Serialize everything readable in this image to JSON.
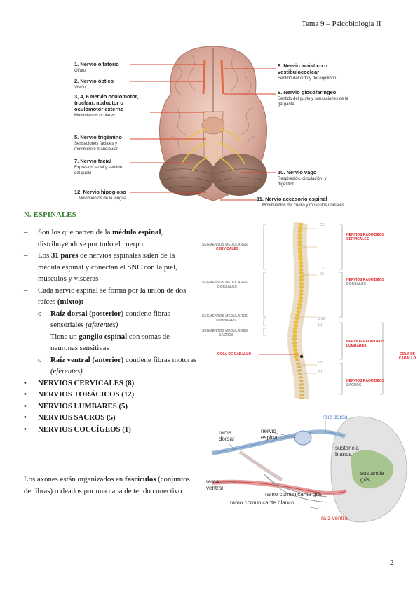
{
  "header": "Tema 9 – Psicobiología II",
  "page_number": "2",
  "brain_figure": {
    "left_labels": [
      {
        "title": "1. Nervio olfatorio",
        "desc": "Olfato"
      },
      {
        "title": "2. Nervio óptico",
        "desc": "Visión"
      },
      {
        "title": "3, 4, 6  Nervio oculomotor, troclear, abductor o oculomotor externo",
        "desc": "Movimientos oculares"
      },
      {
        "title": "5. Nervio trigémino",
        "desc": "Sensaciones faciales y movimiento mandibular"
      },
      {
        "title": "7. Nervio facial",
        "desc": "Expresión facial y sentido del gusto"
      },
      {
        "title": "12. Nervio hipogloso",
        "desc": "Movimientos de la lengua"
      }
    ],
    "right_labels": [
      {
        "title": "8. Nervio acústico o vestibulococlear",
        "desc": "Sentido del oído y del equilibrio"
      },
      {
        "title": "9. Nervio glosofaríngeo",
        "desc": "Sentido del gusto y sensaciones de la garganta"
      },
      {
        "title": "10. Nervio vago",
        "desc": "Respiración, circulación, y digestión"
      },
      {
        "title": "11. Nervio accesorio espinal",
        "desc": "Movimientos del cuello y músculos dorsales"
      }
    ]
  },
  "section": {
    "title": "N. ESPINALES",
    "items": [
      {
        "pre": "Son los que parten de la ",
        "bold": "médula espinal",
        "post": ", distribuyéndose por todo el cuerpo."
      },
      {
        "pre": "Los ",
        "bold": "31 pares",
        "post": " de nervios espinales salen de la médula espinal y conectan el SNC con la piel, músculos y vísceras"
      },
      {
        "pre": "Cada nervio espinal se forma por la unión de dos raíces ",
        "bold": "(mixto):",
        "post": ""
      }
    ],
    "subitems": [
      {
        "bold": "Raíz dorsal (posterior)",
        "post": " contiene fibras sensoriales ",
        "italic": "(aferentes)"
      },
      {
        "bold": "Raíz ventral (anterior)",
        "post": " contiene fibras motoras ",
        "italic": "(eferentes)"
      }
    ],
    "ganglion_line": {
      "pre": "Tiene un ",
      "bold": "ganglio espinal",
      "post": " con somas de neuronas sensitivas"
    },
    "bullets": [
      "NERVIOS CERVICALES (8)",
      "NERVIOS TORÁCICOS (12)",
      "NERVIOS LUMBARES (5)",
      "NERVIOS SACROS (5)",
      "NERVIOS COCCÍGEOS (1)"
    ],
    "paragraph": {
      "pre": "Los axones están organizados en ",
      "bold": "fascículos",
      "post": " (conjuntos de fibras) rodeados por una capa de tejido conectivo."
    }
  },
  "spine_figure": {
    "left_labels": [
      {
        "line1": "SEGMENTOS MEDULARES",
        "line2": "CERVICALES"
      },
      {
        "line1": "SEGMENTOS MEDULARES",
        "line2": "DORSALES"
      },
      {
        "line1": "SEGMENTOS MEDULARES",
        "line2": "LUMBARES"
      },
      {
        "line1": "SEGMENTOS MEDULARES",
        "line2": "SACROS"
      }
    ],
    "cola": "COLA DE CABALLO",
    "right_labels": [
      {
        "line1": "NERVIOS RAQUÍDEOS",
        "line2": "CERVICALES"
      },
      {
        "line1": "NERVIOS RAQUÍDEOS",
        "line2": "DORSALES"
      },
      {
        "line1": "NERVIOS RAQUÍDEOS",
        "line2": "LUMBARES"
      },
      {
        "line1": "NERVIOS RAQUÍDEOS",
        "line2": "SACROS"
      }
    ],
    "cola_right": "COLA DE CABALLO",
    "vertebra_labels": [
      "C1",
      "C7",
      "D1",
      "D12",
      "L1",
      "L5",
      "S1"
    ]
  },
  "nerve_figure": {
    "labels": {
      "raiz_dorsal": "raíz dorsal",
      "rama_dorsal": "rama dorsal",
      "nervio_espinal": "nervio espinal",
      "sustancia_blanca": "sustancia blanca",
      "sustancia_gris": "sustancia gris",
      "rama_ventral": "rama ventral",
      "ramo_gris": "ramo comunicante gris",
      "ramo_blanco": "ramo comunicante blanco",
      "raiz_ventral": "raíz ventral"
    }
  }
}
